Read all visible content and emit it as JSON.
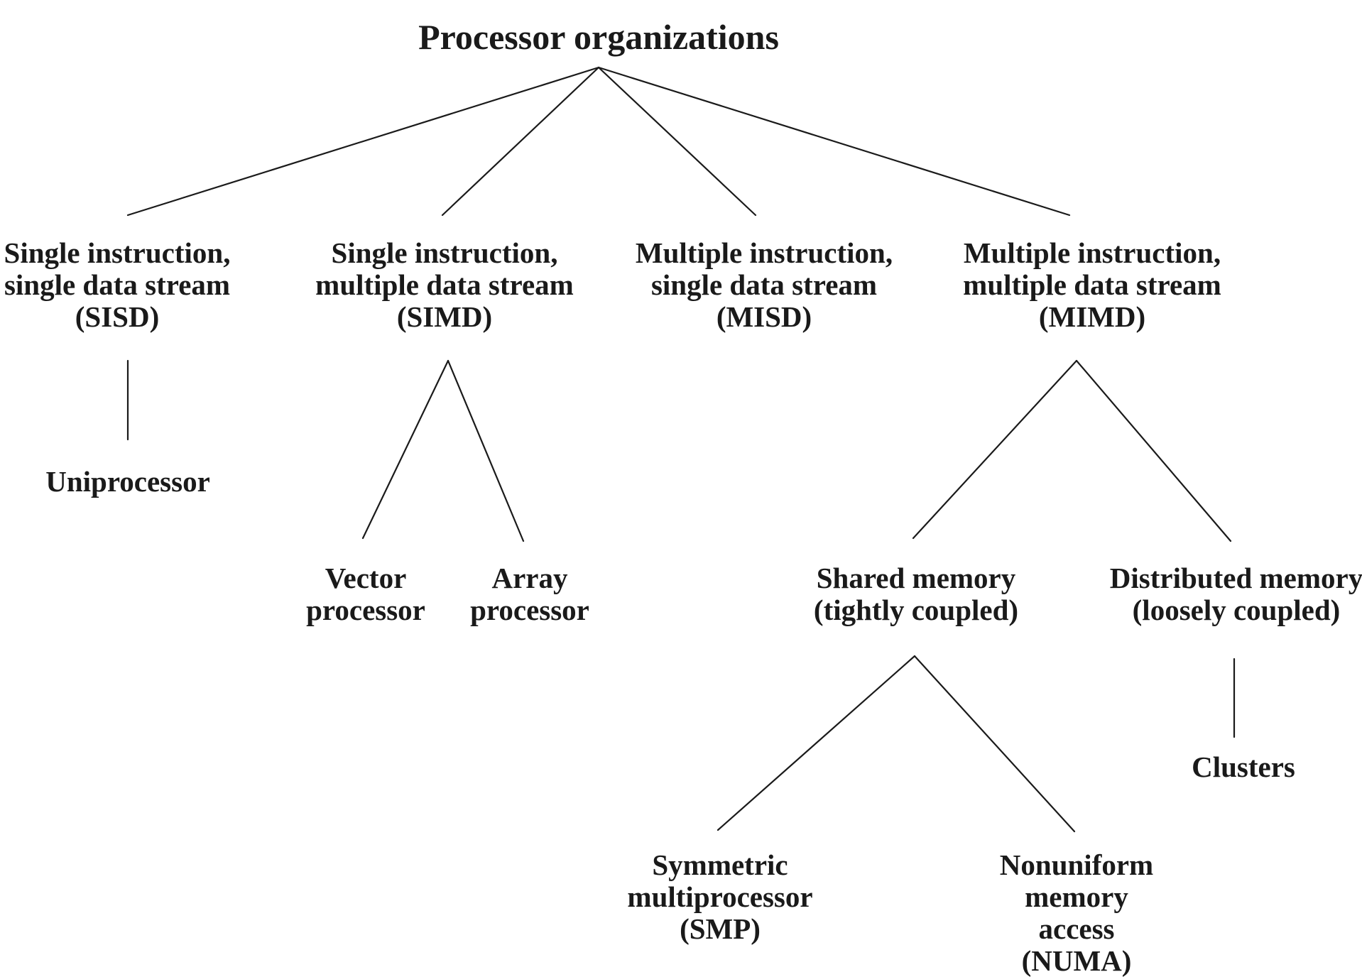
{
  "title": "Processor organizations",
  "categories": {
    "sisd": [
      "Single instruction,",
      "single data stream",
      "(SISD)"
    ],
    "simd": [
      "Single instruction,",
      "multiple data stream",
      "(SIMD)"
    ],
    "misd": [
      "Multiple instruction,",
      "single data stream",
      "(MISD)"
    ],
    "mimd": [
      "Multiple instruction,",
      "multiple data stream",
      "(MIMD)"
    ]
  },
  "sisd_children": {
    "uniprocessor": [
      "Uniprocessor"
    ]
  },
  "simd_children": {
    "vector": [
      "Vector",
      "processor"
    ],
    "array": [
      "Array",
      "processor"
    ]
  },
  "mimd_children": {
    "shared": [
      "Shared memory",
      "(tightly coupled)"
    ],
    "distributed": [
      "Distributed memory",
      "(loosely coupled)"
    ]
  },
  "shared_children": {
    "smp": [
      "Symmetric",
      "multiprocessor",
      "(SMP)"
    ],
    "numa": [
      "Nonuniform",
      "memory",
      "access",
      "(NUMA)"
    ]
  },
  "distributed_children": {
    "clusters": [
      "Clusters"
    ]
  }
}
